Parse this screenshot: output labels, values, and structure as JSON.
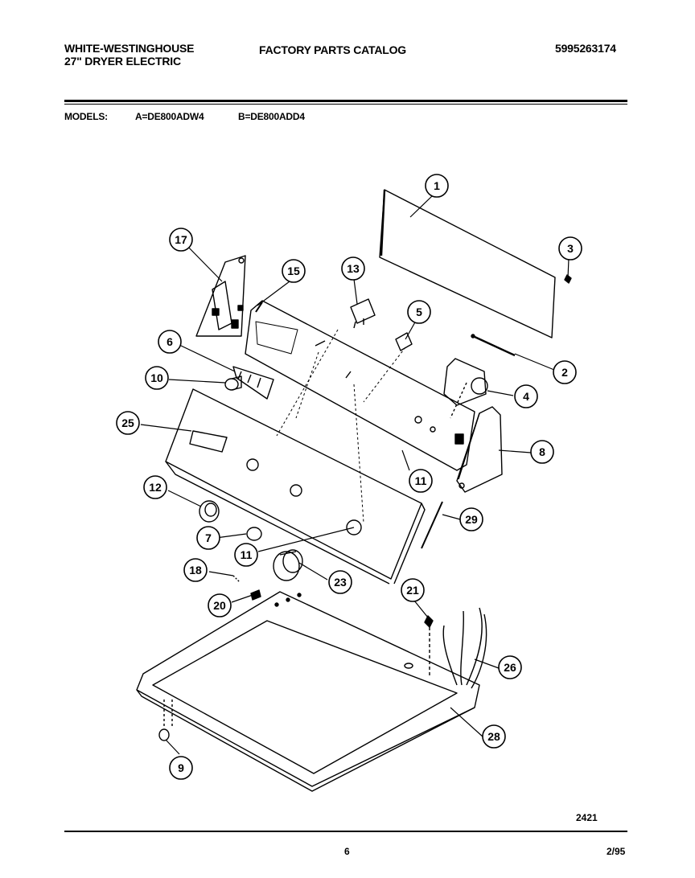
{
  "header": {
    "brand": "WHITE-WESTINGHOUSE",
    "product": "27\" DRYER ELECTRIC",
    "catalog_title": "FACTORY PARTS CATALOG",
    "catalog_number": "5995263174"
  },
  "models": {
    "label": "MODELS:",
    "model_a": "A=DE800ADW4",
    "model_b": "B=DE800ADD4"
  },
  "diagram": {
    "callouts": [
      "1",
      "2",
      "3",
      "4",
      "5",
      "6",
      "7",
      "8",
      "9",
      "10",
      "11",
      "11",
      "12",
      "13",
      "15",
      "17",
      "18",
      "20",
      "21",
      "23",
      "25",
      "26",
      "28",
      "29"
    ],
    "drawing_number": "2421"
  },
  "footer": {
    "page_number": "6",
    "date": "2/95"
  }
}
